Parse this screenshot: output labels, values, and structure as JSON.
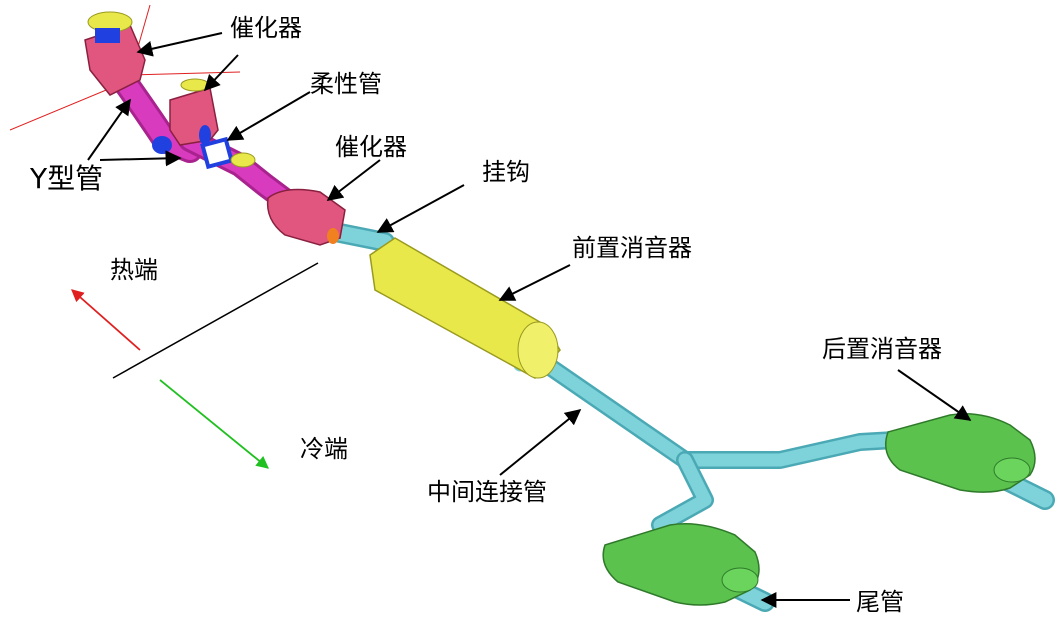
{
  "labels": {
    "catalyst_top": "催化器",
    "flex_pipe": "柔性管",
    "catalyst_mid": "催化器",
    "y_pipe": "Y型管",
    "hanger": "挂钩",
    "front_muffler": "前置消音器",
    "rear_muffler": "后置消音器",
    "hot_end": "热端",
    "cold_end": "冷端",
    "middle_pipe": "中间连接管",
    "tail_pipe": "尾管"
  },
  "colors": {
    "catalyst": "#e0567f",
    "y_pipe": "#d93bbf",
    "blue": "#2040e0",
    "front_muffler": "#e8e84a",
    "rear_muffler": "#5bc24e",
    "pipe": "#7ed3db",
    "hot_arrow": "#e02020",
    "cold_arrow": "#20c020"
  }
}
